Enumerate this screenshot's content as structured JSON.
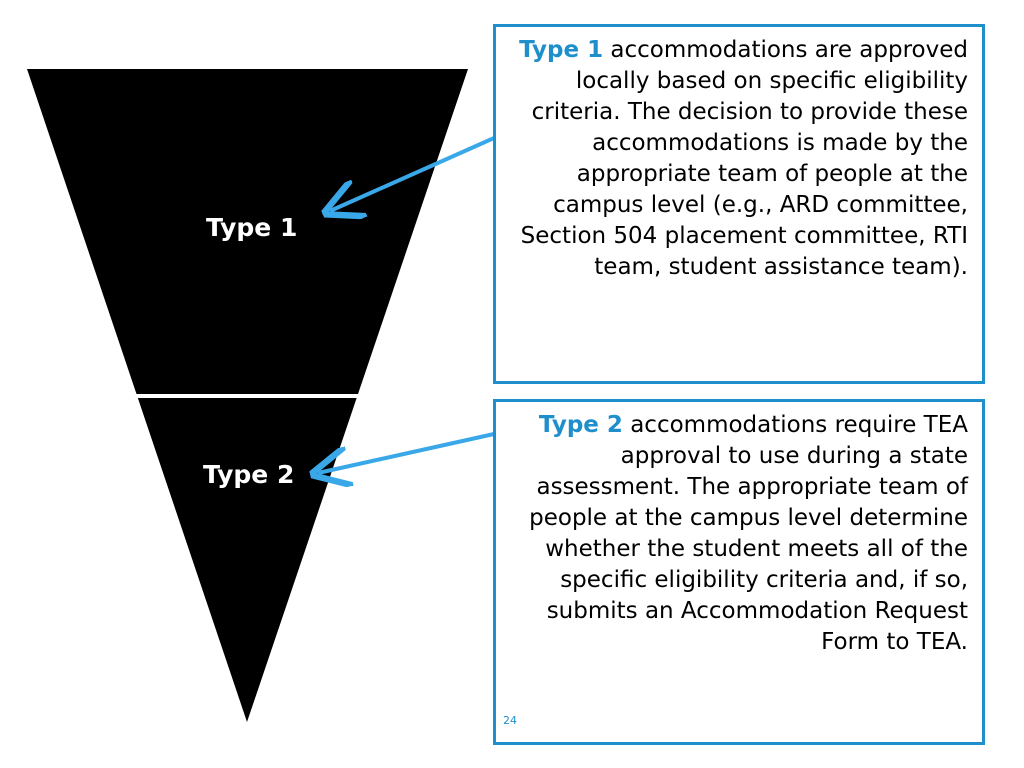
{
  "colors": {
    "accent": "#1f8fcc",
    "arrow": "#3aa8e8",
    "triangle": "#000000",
    "divider": "#ffffff"
  },
  "pyramid": {
    "tiers": [
      {
        "label": "Type 1"
      },
      {
        "label": "Type 2"
      }
    ]
  },
  "callouts": [
    {
      "highlight": "Type 1",
      "text": " accommodations are approved locally based on specific eligibility criteria. The decision to provide these accommodations is made by the appropriate team of people at the campus level (e.g., ARD committee, Section 504 placement committee, RTI team, student assistance team)."
    },
    {
      "highlight": "Type 2",
      "text": " accommodations require TEA approval to use during a state assessment. The appropriate team of people at the campus level determine whether the student meets all of the specific eligibility criteria and, if so, submits an Accommodation Request Form to TEA."
    }
  ],
  "slide_number": "24"
}
